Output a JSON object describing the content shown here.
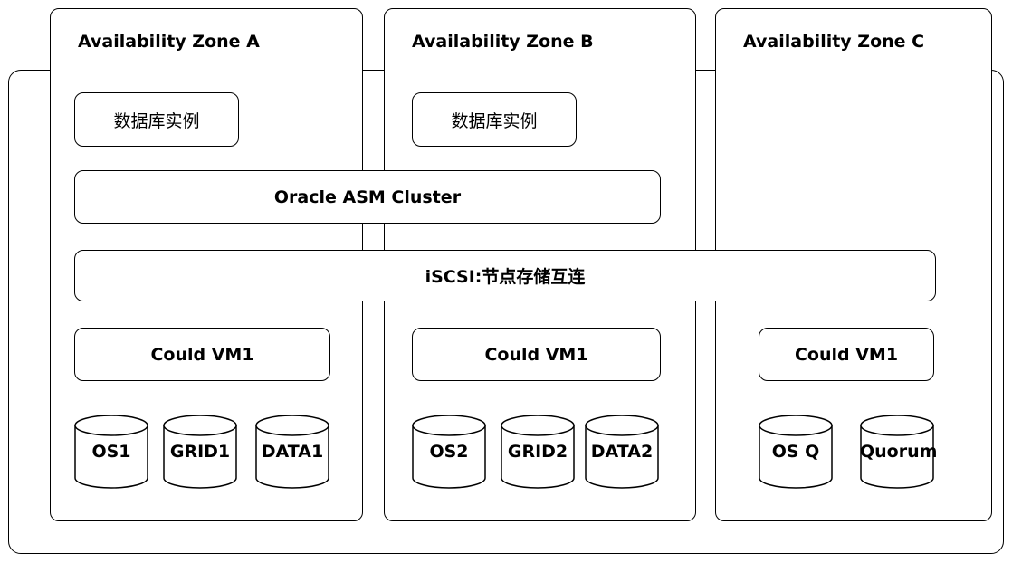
{
  "zones": {
    "a": {
      "title": "Availability Zone A",
      "db_instance": "数据库实例",
      "vm": "Could VM1",
      "disks": [
        "OS1",
        "GRID1",
        "DATA1"
      ]
    },
    "b": {
      "title": "Availability Zone B",
      "db_instance": "数据库实例",
      "vm": "Could VM1",
      "disks": [
        "OS2",
        "GRID2",
        "DATA2"
      ]
    },
    "c": {
      "title": "Availability Zone C",
      "vm": "Could VM1",
      "disks": [
        "OS Q",
        "Quorum"
      ]
    }
  },
  "asm_cluster": {
    "label": "Oracle ASM Cluster"
  },
  "iscsi": {
    "label": "iSCSI:节点存储互连"
  }
}
